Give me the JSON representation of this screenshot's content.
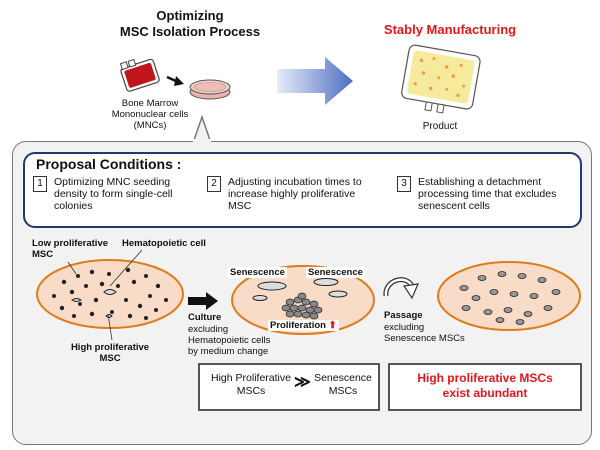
{
  "header": {
    "left_title_line1": "Optimizing",
    "left_title_line2": "MSC Isolation Process",
    "right_title": "Stably Manufacturing"
  },
  "bone_marrow": {
    "line1": "Bone Marrow",
    "line2": "Mononuclear cells",
    "line3": "(MNCs)"
  },
  "product_label": "Product",
  "proposal": {
    "title": "Proposal Conditions :",
    "conditions": [
      {
        "num": "1",
        "line1": "Optimizing MNC seeding",
        "line2": "density to form single-cell",
        "line3": "colonies"
      },
      {
        "num": "2",
        "line1": "Adjusting incubation times to",
        "line2": "increase highly proliferative",
        "line3": "MSC"
      },
      {
        "num": "3",
        "line1": "Establishing a detachment",
        "line2": "processing time that excludes",
        "line3": "senescent cells"
      }
    ]
  },
  "dish_labels": {
    "low_prolif_line1": "Low proliferative",
    "low_prolif_line2": "MSC",
    "hematopoietic": "Hematopoietic cell",
    "high_prolif_line1": "High proliferative",
    "high_prolif_line2": "MSC",
    "senescence_left": "Senescence",
    "senescence_right": "Senescence",
    "proliferation": "Proliferation"
  },
  "steps": {
    "culture": "Culture",
    "culture_note1": "excluding",
    "culture_note2": "Hematopoietic cells",
    "culture_note3": "by medium change",
    "passage": "Passage",
    "passage_note1": "excluding",
    "passage_note2": "Senescence MSCs"
  },
  "comparison": {
    "left_line1": "High Proliferative",
    "left_line2": "MSCs",
    "symbol": "≫",
    "right_line1": "Senescence",
    "right_line2": "MSCs"
  },
  "result": {
    "line1": "High proliferative MSCs",
    "line2": "exist abundant"
  },
  "colors": {
    "accent_red": "#e8141c",
    "navy": "#1f3a6e",
    "dish_fill": "#f9dcc8",
    "dish_border": "#e07a1a",
    "arrow_blue": "#5577c8"
  }
}
